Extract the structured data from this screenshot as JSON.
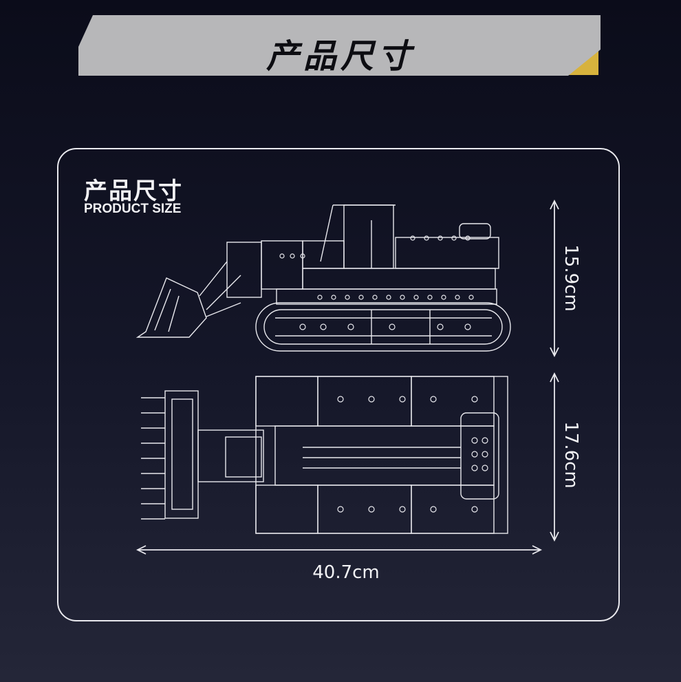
{
  "banner": {
    "title": "产品尺寸",
    "bg_color": "#b7b7b9",
    "accent_color": "#d7b23d"
  },
  "section": {
    "title_zh": "产品尺寸",
    "title_en": "PRODUCT SIZE"
  },
  "dimensions": {
    "height": "15.9cm",
    "width": "17.6cm",
    "length": "40.7cm"
  },
  "colors": {
    "background": "#151729",
    "line": "#e9e9ee"
  }
}
